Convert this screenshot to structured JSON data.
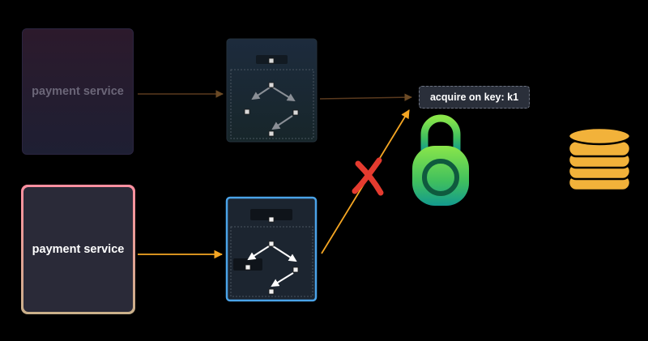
{
  "services": {
    "top_label": "payment service",
    "bottom_label": "payment service"
  },
  "lock": {
    "badge_text": "acquire on key: k1"
  },
  "colors": {
    "flow_active": "#f5a623",
    "flow_inactive": "#5a3a1e",
    "lock_gradient_top": "#7fe24a",
    "lock_gradient_bottom": "#1aa38a",
    "blocked_mark": "#e53b2f",
    "coins": "#f2b23a",
    "workflow_border_active": "#4aa3e8"
  },
  "icons": [
    "padlock-icon",
    "blocked-x-icon",
    "coin-stack-icon",
    "plus-icon"
  ]
}
